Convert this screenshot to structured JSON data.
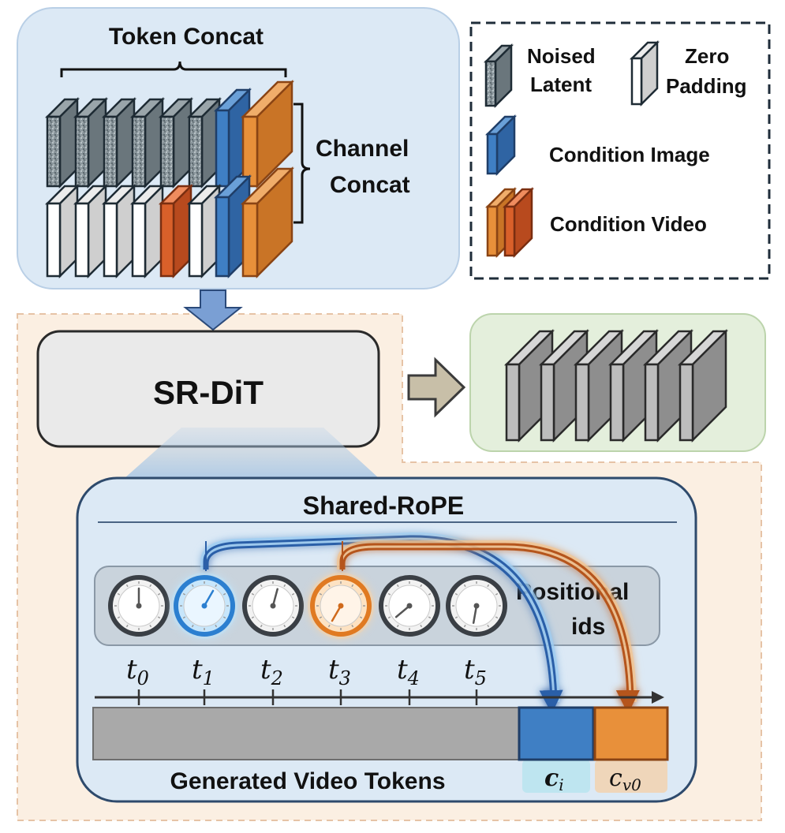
{
  "top_panel": {
    "token_concat": "Token Concat",
    "channel_concat_1": "Channel",
    "channel_concat_2": "Concat"
  },
  "legend": {
    "noised_latent_1": "Noised",
    "noised_latent_2": "Latent",
    "zero_padding_1": "Zero",
    "zero_padding_2": "Padding",
    "condition_image": "Condition Image",
    "condition_video": "Condition Video"
  },
  "model": {
    "name": "SR-DiT"
  },
  "rope": {
    "title": "Shared-RoPE",
    "positional_ids_1": "Positional",
    "positional_ids_2": "ids",
    "timesteps": [
      {
        "base": "t",
        "sub": "0"
      },
      {
        "base": "t",
        "sub": "1"
      },
      {
        "base": "t",
        "sub": "2"
      },
      {
        "base": "t",
        "sub": "3"
      },
      {
        "base": "t",
        "sub": "4"
      },
      {
        "base": "t",
        "sub": "5"
      }
    ],
    "generated_tokens": "Generated Video Tokens",
    "cond_image_token": {
      "base": "c",
      "sub": "i"
    },
    "cond_video_token": {
      "base": "c",
      "sub": "v0"
    }
  },
  "colors": {
    "blue": "#3f7fc4",
    "orange": "#e8903a",
    "dark_orange": "#d9602a",
    "latent": "#7e8a90",
    "panel_blue": "#dce9f5",
    "panel_green": "#e4efdc",
    "panel_peach": "#fbefe2"
  }
}
